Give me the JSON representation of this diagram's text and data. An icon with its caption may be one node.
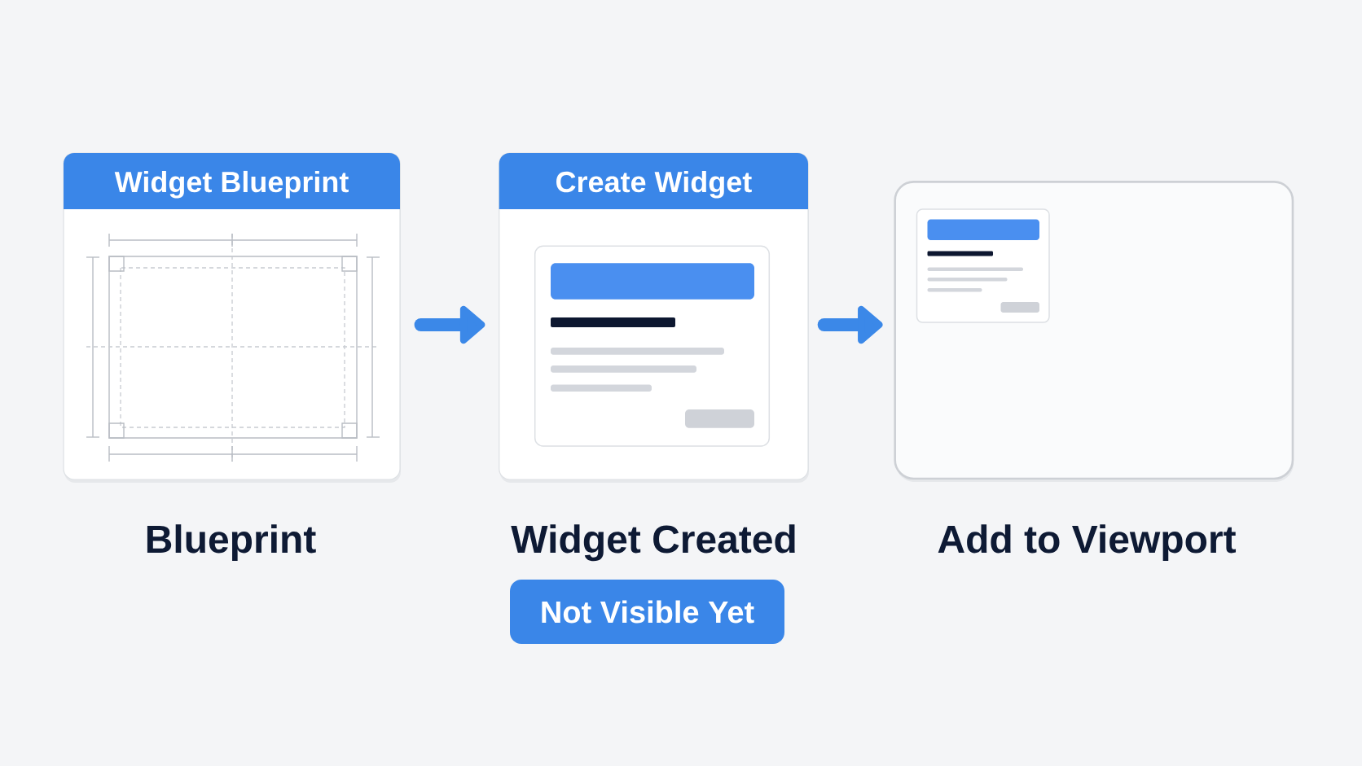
{
  "diagram": {
    "nodes": [
      {
        "text": [
          "Widget Blueprint"
        ]
      },
      {
        "text": [
          "Create Widget"
        ]
      },
      {
        "text": [],
        "shape": "box"
      },
      {
        "text": [
          "Not Visible Yet"
        ]
      }
    ],
    "edges": [
      {
        "from": 0,
        "to": 1,
        "arrow": "to"
      },
      {
        "from": 1,
        "to": 2,
        "arrow": "to"
      }
    ],
    "labels": [
      "Blueprint",
      "Widget Created",
      "Add to Viewport"
    ]
  }
}
